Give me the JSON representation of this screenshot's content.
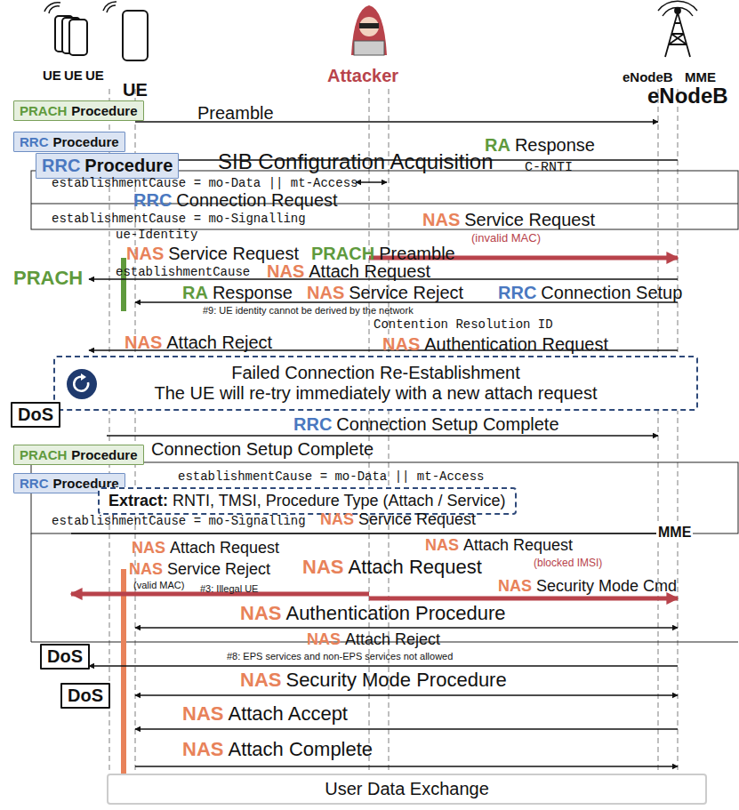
{
  "diagram": {
    "nodes": [
      {
        "text": [
          "UE"
        ]
      },
      {
        "text": [
          "UE"
        ]
      },
      {
        "text": [
          "UE"
        ]
      },
      {
        "text": [
          "UE"
        ]
      },
      {
        "text": [
          "Attacker"
        ]
      },
      {
        "text": [
          "eNodeB"
        ]
      },
      {
        "text": [
          "MME"
        ]
      },
      {
        "text": [
          "eNodeB"
        ]
      },
      {
        "text": [
          "PRACH",
          "Procedure"
        ]
      },
      {
        "text": [
          "RRC",
          "Procedure"
        ]
      },
      {
        "text": [
          "RRC",
          "Procedure"
        ]
      },
      {
        "text": [
          "Failed Connection Re-Establishment",
          "The UE will re-try immediately with a new attach request"
        ]
      },
      {
        "text": [
          "DoS"
        ]
      },
      {
        "text": [
          "PRACH",
          "Procedure"
        ]
      },
      {
        "text": [
          "RRC",
          "Procedure"
        ]
      },
      {
        "text": [
          "Extract:",
          "RNTI, TMSI, Procedure Type (Attach / Service)"
        ]
      },
      {
        "text": [
          "MME"
        ]
      },
      {
        "text": [
          "DoS"
        ]
      },
      {
        "text": [
          "DoS"
        ]
      },
      {
        "text": [
          "User Data Exchange"
        ]
      }
    ],
    "labels": [
      "Preamble",
      "RA",
      "Response",
      "C-RNTI",
      "SIB Configuration Acquisition",
      "establishmentCause = mo-Data || mt-Access",
      "RRC",
      "Connection Request",
      "establishmentCause = mo-Signalling",
      "NAS",
      "Service Request",
      "(invalid MAC)",
      "ue-Identity",
      "NAS",
      "Service Request",
      "PRACH",
      "Preamble",
      "establishmentCause",
      "PRACH",
      "NAS",
      "Attach Request",
      "RA",
      "Response",
      "NAS",
      "Service Reject",
      "#9: UE identity cannot be derived by the network",
      "RRC",
      "Connection Setup",
      "Contention Resolution ID",
      "NAS",
      "Attach Reject",
      "NAS",
      "Authentication Request",
      "RRC",
      "Connection Setup Complete",
      "Connection Setup Complete",
      "establishmentCause = mo-Data || mt-Access",
      "establishmentCause = mo-Signalling",
      "NAS",
      "Service Request",
      "NAS",
      "Attach Request",
      "NAS",
      "Attach Request",
      "NAS",
      "Attach Request",
      "(blocked IMSI)",
      "NAS",
      "Service Reject",
      "(valid MAC)",
      "#3: Illegal UE",
      "NAS",
      "Security Mode Cmd",
      "NAS",
      "Authentication Procedure",
      "NAS",
      "Attach Reject",
      "#8: EPS services and non-EPS services not allowed",
      "NAS",
      "Security Mode Procedure",
      "NAS",
      "Attach Accept",
      "NAS",
      "Attach Complete"
    ]
  }
}
